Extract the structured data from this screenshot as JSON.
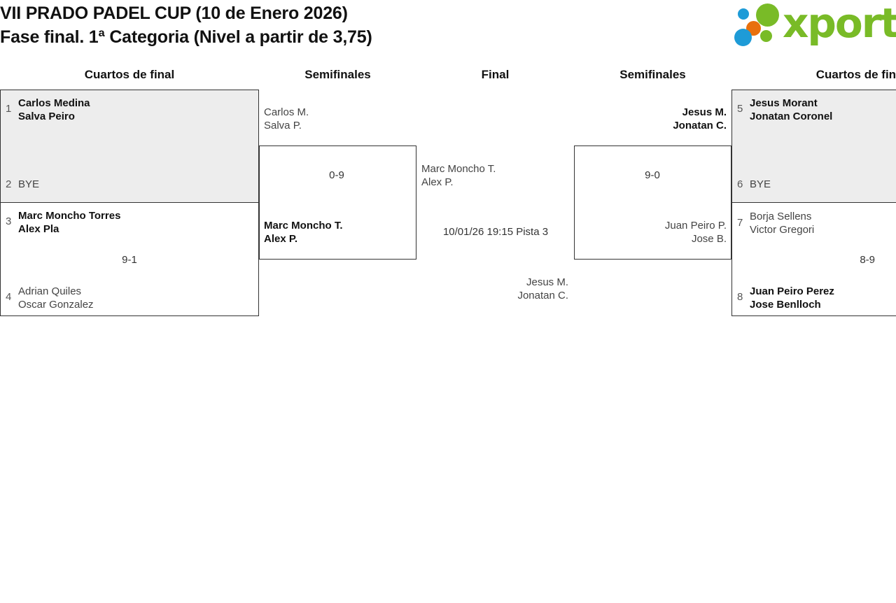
{
  "header": {
    "title_line1": "VII PRADO PADEL CUP (10 de Enero 2026)",
    "title_line2": "Fase final. 1ª Categoria (Nivel a partir de 3,75)",
    "logo_text": "xporty"
  },
  "rounds": {
    "qf_left": "Cuartos de final",
    "sf_left": "Semifinales",
    "final": "Final",
    "sf_right": "Semifinales",
    "qf_right": "Cuartos de final"
  },
  "bracket": {
    "qf_left_top": {
      "seed_a": "1",
      "team_a_l1": "Carlos Medina",
      "team_a_l2": "Salva Peiro",
      "seed_b": "2",
      "team_b_l1": "BYE",
      "score": ""
    },
    "qf_left_bottom": {
      "seed_a": "3",
      "team_a_l1": "Marc Moncho Torres",
      "team_a_l2": "Alex Pla",
      "seed_b": "4",
      "team_b_l1": "Adrian Quiles",
      "team_b_l2": "Oscar Gonzalez",
      "score": "9-1"
    },
    "sf_left": {
      "team_a_l1": "Carlos M.",
      "team_a_l2": "Salva P.",
      "team_b_l1": "Marc Moncho T.",
      "team_b_l2": "Alex P.",
      "score": "0-9"
    },
    "final": {
      "team_a_l1": "Marc Moncho T.",
      "team_a_l2": "Alex P.",
      "team_b_l1": "Jesus M.",
      "team_b_l2": "Jonatan C.",
      "match_info": "10/01/26 19:15 Pista 3"
    },
    "sf_right": {
      "team_a_l1": "Jesus M.",
      "team_a_l2": "Jonatan C.",
      "team_b_l1": "Juan Peiro P.",
      "team_b_l2": "Jose B.",
      "score": "9-0"
    },
    "qf_right_top": {
      "seed_a": "5",
      "team_a_l1": "Jesus Morant",
      "team_a_l2": "Jonatan Coronel",
      "seed_b": "6",
      "team_b_l1": "BYE",
      "score": ""
    },
    "qf_right_bottom": {
      "seed_a": "7",
      "team_a_l1": "Borja Sellens",
      "team_a_l2": "Victor Gregori",
      "seed_b": "8",
      "team_b_l1": "Juan Peiro Perez",
      "team_b_l2": "Jose Benlloch",
      "score": "8-9"
    }
  }
}
